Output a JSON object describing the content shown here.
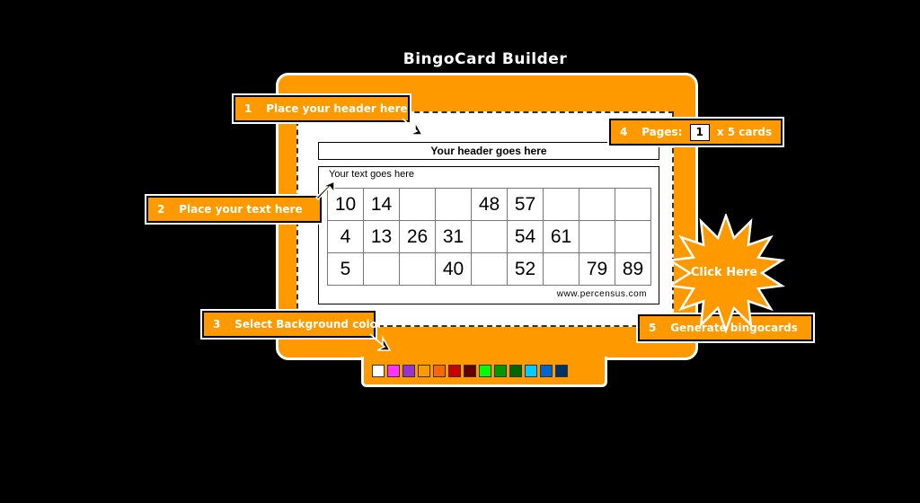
{
  "app": {
    "title": "BingoCard Builder"
  },
  "card": {
    "header_text": "Your header goes here",
    "body_text": "Your text goes here",
    "website": "www.percensus.com",
    "grid": [
      [
        "10",
        "14",
        "",
        "",
        "48",
        "57",
        "",
        "",
        ""
      ],
      [
        "4",
        "13",
        "26",
        "31",
        "",
        "54",
        "61",
        "",
        ""
      ],
      [
        "5",
        "",
        "",
        "40",
        "",
        "52",
        "",
        "79",
        "89"
      ]
    ]
  },
  "steps": {
    "header": {
      "number": "1",
      "text": "Place your header here"
    },
    "text": {
      "number": "2",
      "text": "Place your text here"
    },
    "background": {
      "number": "3",
      "text": "Select Background color"
    },
    "pages": {
      "number": "4",
      "prefix": "Pages:",
      "value": "1",
      "suffix": "x 5 cards"
    },
    "generate": {
      "number": "5",
      "text": "Generate bingocards"
    }
  },
  "click_here": "Click Here",
  "colors": {
    "accent": "#ff9900",
    "swatches": [
      "#ffffff",
      "#ff33ff",
      "#9933cc",
      "#ff9900",
      "#ff6600",
      "#cc0000",
      "#660000",
      "#00ff00",
      "#009900",
      "#006600",
      "#00ccff",
      "#0066cc",
      "#003366"
    ]
  }
}
